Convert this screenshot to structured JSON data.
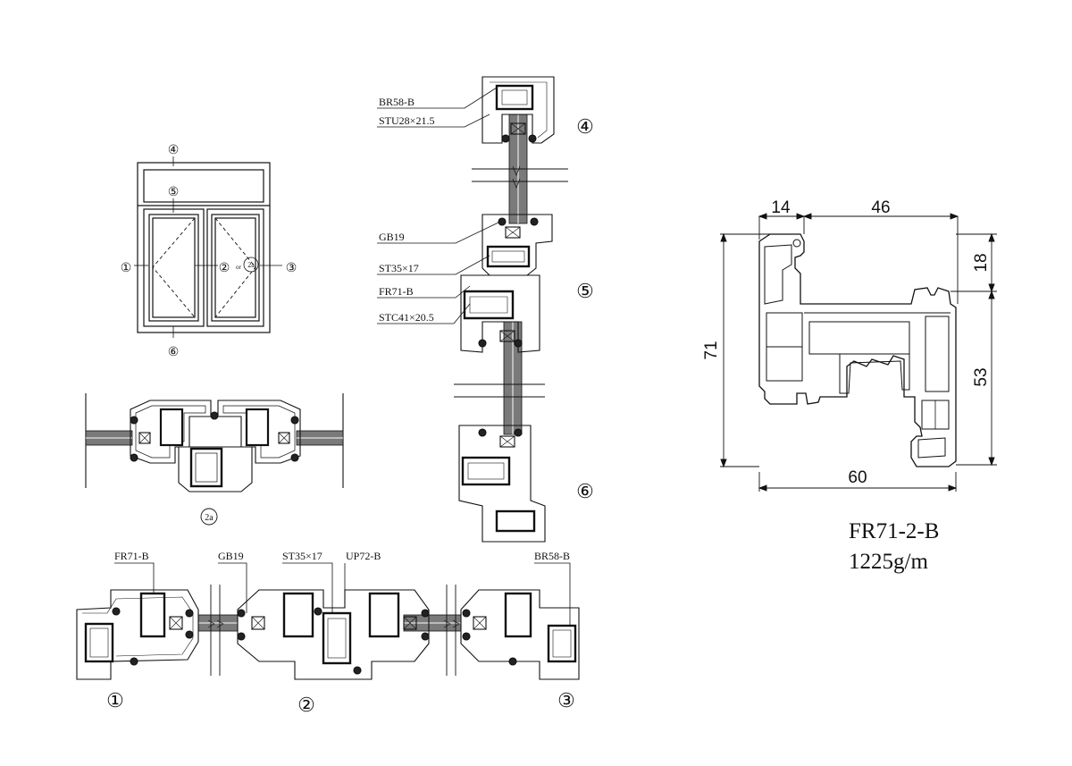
{
  "colors": {
    "ink": "#111111",
    "background": "#ffffff",
    "glass": "#7a7a7a"
  },
  "elevation": {
    "markers": {
      "m4": "④",
      "m5": "⑤",
      "m1": "①",
      "m2": "②",
      "m2a": "2a",
      "or": "or",
      "m3": "③",
      "m6": "⑥"
    }
  },
  "detail_2a": {
    "label": "2a"
  },
  "vertical_section": {
    "labels": {
      "br58": "BR58-B",
      "stu28": "STU28×21.5",
      "gb19": "GB19",
      "st35": "ST35×17",
      "fr71": "FR71-B",
      "stc41": "STC41×20.5"
    },
    "markers": {
      "m4": "④",
      "m5": "⑤",
      "m6": "⑥"
    }
  },
  "horizontal_section": {
    "labels": {
      "fr71": "FR71-B",
      "gb19": "GB19",
      "st35": "ST35×17",
      "up72": "UP72-B",
      "br58": "BR58-B"
    },
    "markers": {
      "m1": "①",
      "m2": "②",
      "m3": "③"
    }
  },
  "profile": {
    "dims": {
      "d14": "14",
      "d46": "46",
      "d18": "18",
      "d71": "71",
      "d53": "53",
      "d60": "60"
    },
    "name": "FR71-2-B",
    "weight": "1225g/m"
  }
}
